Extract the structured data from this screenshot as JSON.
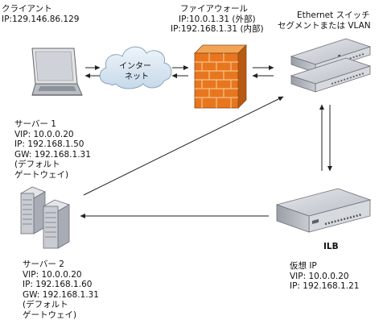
{
  "client": {
    "title": "クライアント",
    "ip": "IP:129.146.86.129"
  },
  "internet": {
    "line1": "インター",
    "line2": "ネット"
  },
  "firewall": {
    "title": "ファイアウォール",
    "ip1": "IP:10.0.1.31 (外部)",
    "ip2": "IP:192.168.1.31 (内部)"
  },
  "switch": {
    "line1": "Ethernet スイッチ",
    "line2": "セグメントまたは VLAN"
  },
  "server1": {
    "title": "サーバー 1",
    "vip": "VIP: 10.0.0.20",
    "ip": "IP: 192.168.1.50",
    "gw": "GW: 192.168.1.31",
    "note1": "(デフォルト",
    "note2": "ゲートウェイ)"
  },
  "server2": {
    "title": "サーバー 2",
    "vip": "VIP: 10.0.0.20",
    "ip": "IP: 192.168.1.60",
    "gw": "GW: 192.168.1.31",
    "note1": "(デフォルト",
    "note2": "ゲートウェイ)"
  },
  "ilb": {
    "label": "ILB",
    "title": "仮想 IP",
    "vip": "VIP: 10.0.0.20",
    "ip": "IP: 192.168.1.21"
  },
  "colors": {
    "brick": "#e8761e",
    "brick_light": "#f4a64a",
    "cloud": "#dbe8f3",
    "device_gray": "#c9ccd2",
    "device_dark": "#5a5e66"
  }
}
